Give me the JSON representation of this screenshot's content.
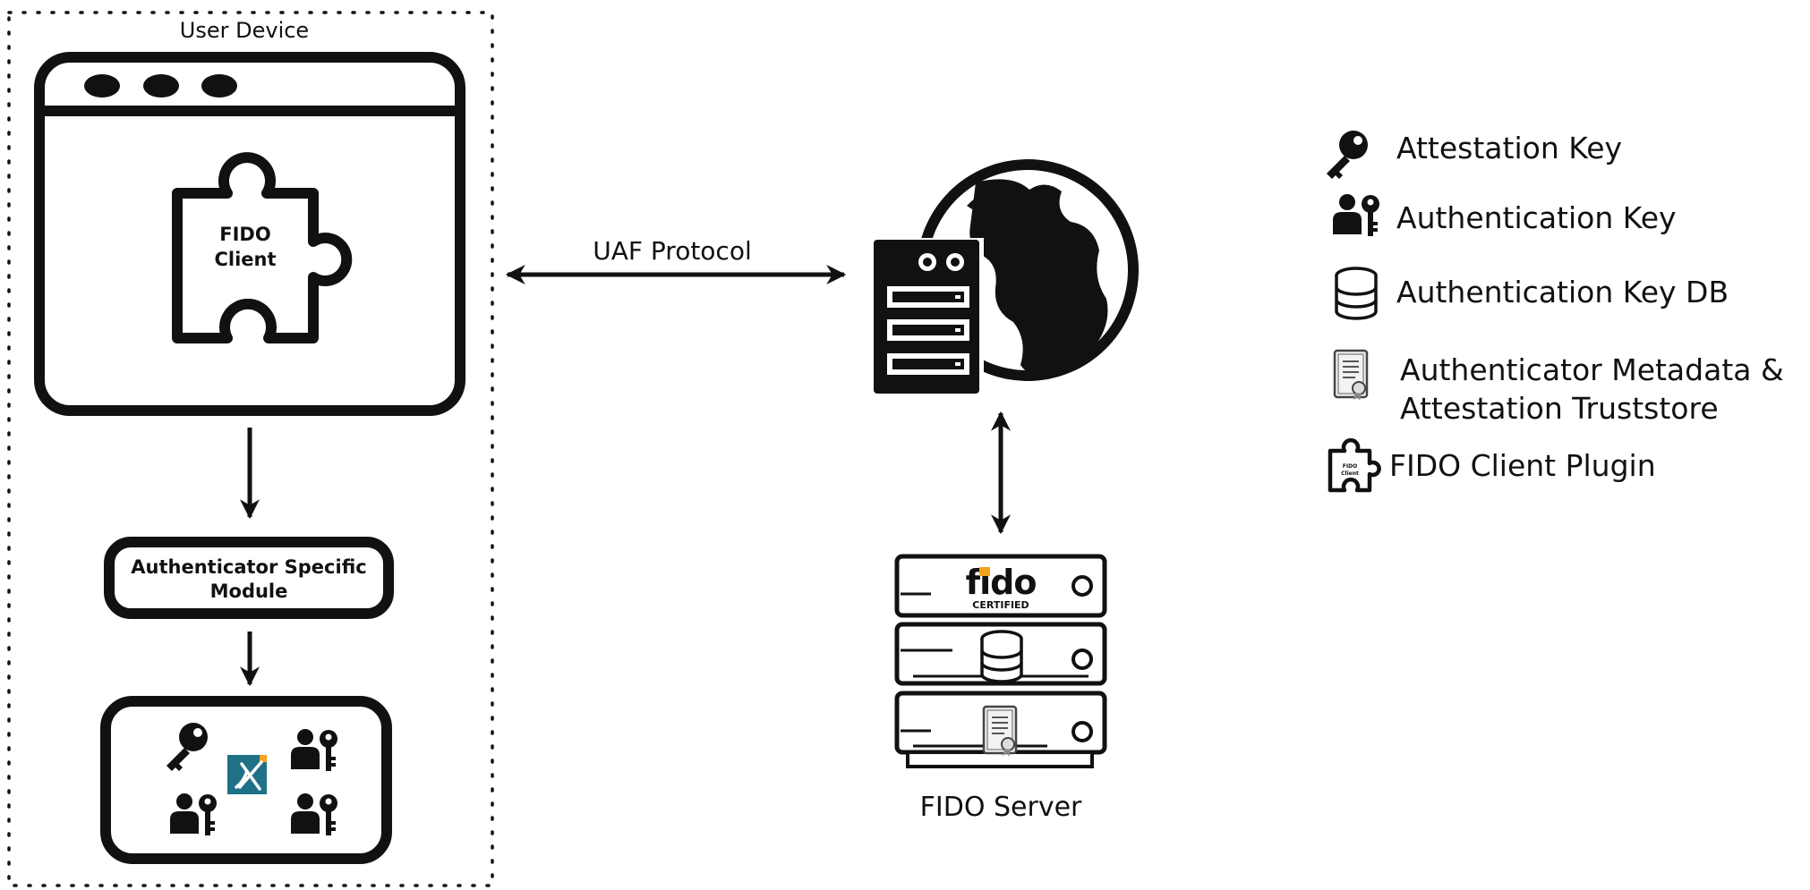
{
  "device": {
    "title": "User Device",
    "fido_client": [
      "FIDO",
      "Client"
    ],
    "asm": [
      "Authenticator Specific",
      "Module"
    ]
  },
  "connections": {
    "uaf_protocol": "UAF Protocol"
  },
  "server": {
    "title": "FIDO Server",
    "logo_word": "fido",
    "logo_sub": "CERTIFIED"
  },
  "legend": {
    "attestation_key": "Attestation Key",
    "authentication_key": "Authentication Key",
    "authentication_key_db": "Authentication Key DB",
    "metadata_line1": "Authenticator Metadata &",
    "metadata_line2": "Attestation Truststore",
    "client_plugin": "FIDO Client Plugin",
    "plugin_icon_text": [
      "FIDO",
      "Client"
    ]
  },
  "colors": {
    "ink": "#111111",
    "logo_orange": "#f6a21d",
    "badge_teal": "#1e7187"
  },
  "icons": [
    "key-icon",
    "user-key-icon",
    "database-icon",
    "certificate-icon",
    "puzzle-piece-icon",
    "globe-icon",
    "server-icon",
    "ux-logo-badge"
  ]
}
